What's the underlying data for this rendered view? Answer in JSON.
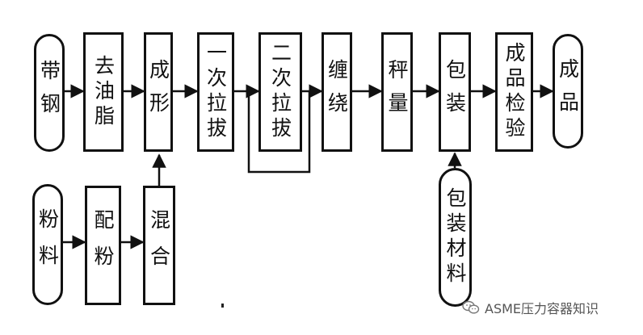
{
  "nodes": {
    "strip_steel": "带钢",
    "degrease": "去油脂",
    "forming": "成形",
    "first_drawing": "一次拉拔",
    "second_drawing": "二次拉拔",
    "coiling": "缠绕",
    "weighing": "秤量",
    "packing": "包装",
    "final_inspection": "成品检验",
    "finished_product": "成品",
    "powder": "粉料",
    "powder_mixing": "配粉",
    "blending": "混合",
    "packing_material": "包装材料"
  },
  "watermark": {
    "text": "ASME压力容器知识",
    "icon": "wechat-icon"
  }
}
